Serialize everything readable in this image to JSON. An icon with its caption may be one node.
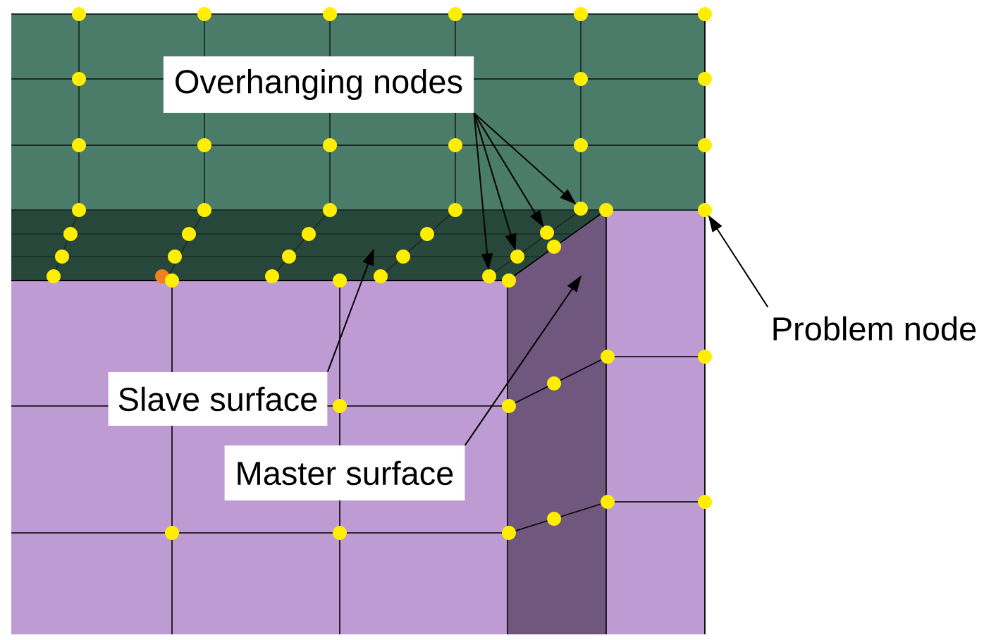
{
  "diagram": {
    "nodes": [
      {
        "text": [
          "Overhanging nodes"
        ]
      },
      {
        "text": [],
        "shape": "circle"
      },
      {
        "text": [],
        "shape": "circle"
      },
      {
        "text": [],
        "shape": "circle"
      },
      {
        "text": [],
        "shape": "circle"
      },
      {
        "text": [],
        "shape": "circle"
      },
      {
        "text": [
          "Problem node"
        ]
      },
      {
        "text": [
          "Slave surface"
        ]
      },
      {
        "text": [
          "Master surface"
        ]
      }
    ],
    "edges": [
      {
        "from": 0,
        "to": 1,
        "arrow": "to"
      },
      {
        "from": 0,
        "to": 2,
        "arrow": "to"
      },
      {
        "from": 0,
        "to": 3,
        "arrow": "to"
      },
      {
        "from": 0,
        "to": 4,
        "arrow": "to"
      },
      {
        "from": 6,
        "to": 5,
        "arrow": "to"
      },
      {
        "from": 7,
        "to": null,
        "arrow": "to"
      },
      {
        "from": 8,
        "to": null,
        "arrow": "to"
      }
    ]
  }
}
